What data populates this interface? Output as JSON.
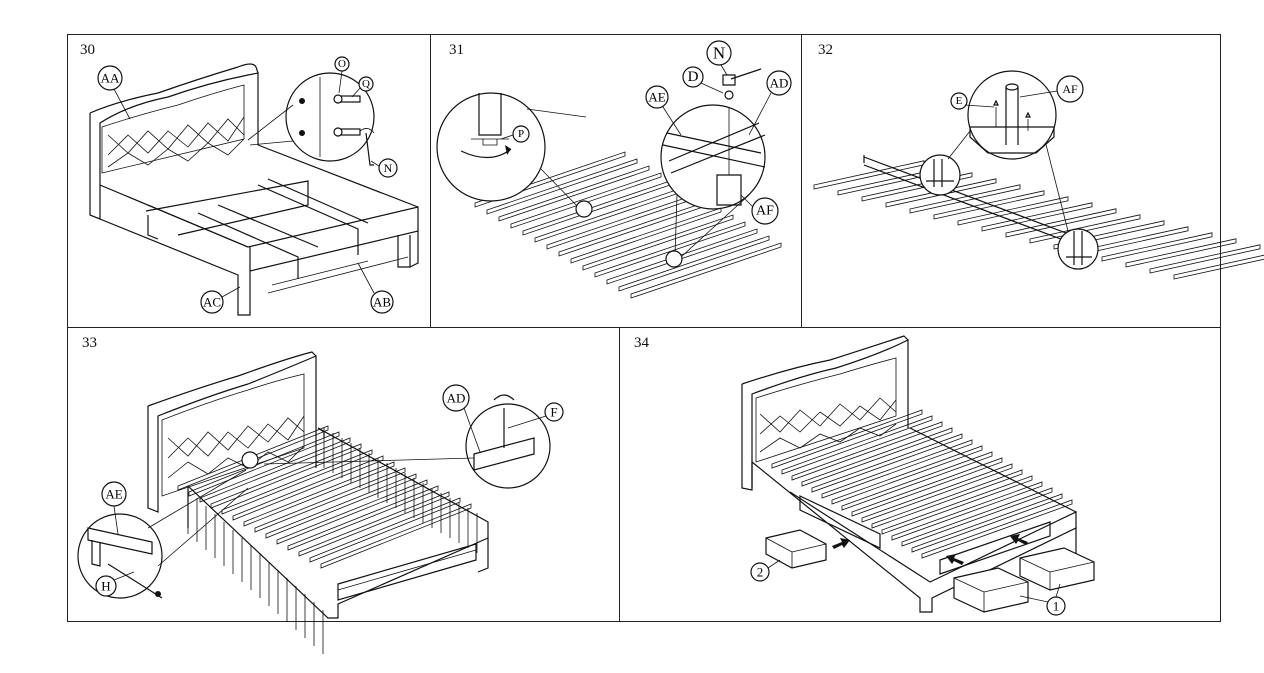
{
  "steps": [
    {
      "number": "30",
      "labels": {
        "aa": "AA",
        "o": "O",
        "q": "Q",
        "n": "N",
        "ac": "AC",
        "ab": "AB"
      }
    },
    {
      "number": "31",
      "labels": {
        "n": "N",
        "d": "D",
        "ae": "AE",
        "ad": "AD",
        "p": "P",
        "af": "AF"
      }
    },
    {
      "number": "32",
      "labels": {
        "e": "E",
        "af": "AF"
      }
    },
    {
      "number": "33",
      "labels": {
        "ad": "AD",
        "f": "F",
        "ae": "AE",
        "h": "H"
      }
    },
    {
      "number": "34",
      "labels": {
        "two": "2",
        "one": "1"
      }
    }
  ]
}
